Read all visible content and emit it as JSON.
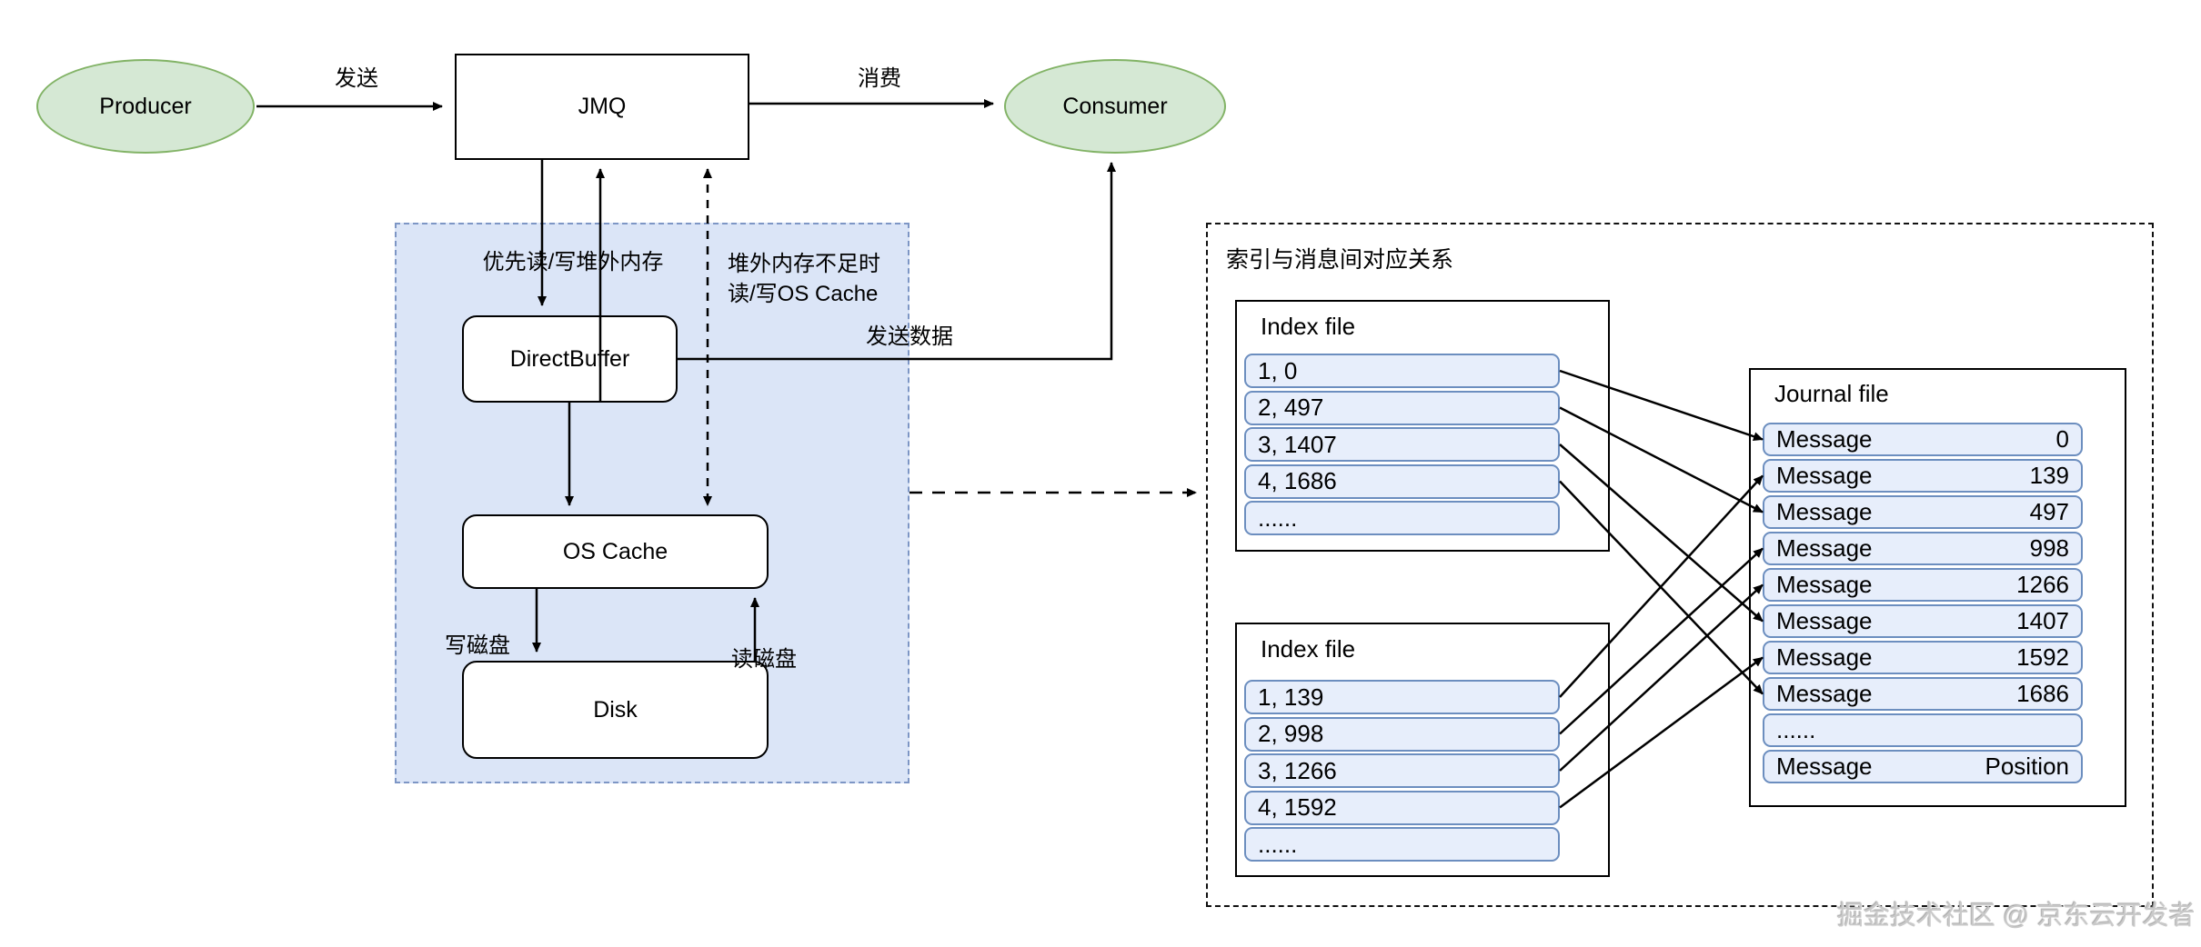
{
  "diagram": {
    "nodes": {
      "producer": "Producer",
      "jmq": "JMQ",
      "consumer": "Consumer",
      "direct_buffer": "DirectBuffer",
      "os_cache": "OS Cache",
      "disk": "Disk"
    },
    "edge_labels": {
      "send": "发送",
      "consume": "消费",
      "prefer_offheap": "优先读/写堆外内存",
      "offheap_insufficient_line1": "堆外内存不足时",
      "offheap_insufficient_line2": "读/写OS Cache",
      "send_data": "发送数据",
      "write_disk": "写磁盘",
      "read_disk": "读磁盘"
    }
  },
  "mapping_panel": {
    "title": "索引与消息间对应关系",
    "index_files": [
      {
        "title": "Index file",
        "rows": [
          "1, 0",
          "2, 497",
          "3, 1407",
          "4, 1686",
          "......"
        ]
      },
      {
        "title": "Index file",
        "rows": [
          "1, 139",
          "2, 998",
          "3, 1266",
          "4, 1592",
          "......"
        ]
      }
    ],
    "journal_file": {
      "title": "Journal file",
      "rows": [
        {
          "label": "Message",
          "position": "0"
        },
        {
          "label": "Message",
          "position": "139"
        },
        {
          "label": "Message",
          "position": "497"
        },
        {
          "label": "Message",
          "position": "998"
        },
        {
          "label": "Message",
          "position": "1266"
        },
        {
          "label": "Message",
          "position": "1407"
        },
        {
          "label": "Message",
          "position": "1592"
        },
        {
          "label": "Message",
          "position": "1686"
        },
        {
          "label": "......",
          "position": ""
        },
        {
          "label": "Message",
          "position": "Position"
        }
      ]
    },
    "connections": [
      {
        "file": 0,
        "row": 0,
        "journal_row": 0
      },
      {
        "file": 0,
        "row": 1,
        "journal_row": 2
      },
      {
        "file": 0,
        "row": 2,
        "journal_row": 5
      },
      {
        "file": 0,
        "row": 3,
        "journal_row": 7
      },
      {
        "file": 1,
        "row": 0,
        "journal_row": 1
      },
      {
        "file": 1,
        "row": 1,
        "journal_row": 3
      },
      {
        "file": 1,
        "row": 2,
        "journal_row": 4
      },
      {
        "file": 1,
        "row": 3,
        "journal_row": 6
      }
    ]
  },
  "watermark": "掘金技术社区 @ 京东云开发者",
  "colors": {
    "node_green_fill": "#d5e8d4",
    "node_green_stroke": "#82b366",
    "region_blue_fill": "#dbe5f7",
    "region_blue_stroke": "#7d96c5",
    "row_blue_fill": "#e7eefb",
    "row_blue_stroke": "#6c8ebf",
    "line": "#000000"
  }
}
